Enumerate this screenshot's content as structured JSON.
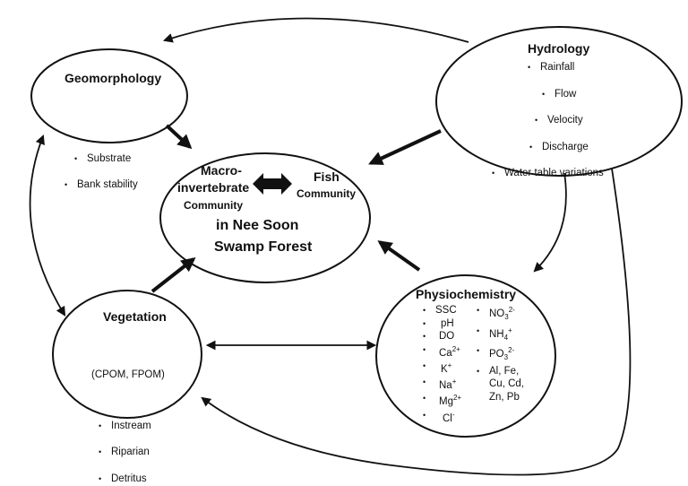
{
  "hydrology": {
    "title": "Hydrology",
    "items": [
      "Rainfall",
      "Flow",
      "Velocity",
      "Discharge",
      "Water table variations"
    ]
  },
  "geomorphology": {
    "title": "Geomorphology",
    "items": [
      "Substrate",
      "Bank stability"
    ]
  },
  "vegetation": {
    "title": "Vegetation",
    "items": [
      "Instream",
      "Riparian",
      "Detritus"
    ],
    "note": "(CPOM, FPOM)"
  },
  "physiochemistry": {
    "title": "Physiochemistry",
    "col1": [
      {
        "base": "SSC",
        "sup": "",
        "sub": ""
      },
      {
        "base": "pH",
        "sup": "",
        "sub": ""
      },
      {
        "base": "DO",
        "sup": "",
        "sub": ""
      },
      {
        "base": "Ca",
        "sup": "2+",
        "sub": ""
      },
      {
        "base": "K",
        "sup": "+",
        "sub": ""
      },
      {
        "base": "Na",
        "sup": "+",
        "sub": ""
      },
      {
        "base": "Mg",
        "sup": "2+",
        "sub": ""
      },
      {
        "base": "Cl",
        "sup": "-",
        "sub": ""
      }
    ],
    "col2": [
      {
        "base": "NO",
        "sub": "3",
        "sup": "2-"
      },
      {
        "base": "NH",
        "sub": "4",
        "sup": "+"
      },
      {
        "base": "PO",
        "sub": "3",
        "sup": "2-"
      },
      {
        "base": "Al, Fe,",
        "sub": "",
        "sup": ""
      }
    ],
    "col2_extra": [
      "Cu, Cd,",
      "Zn, Pb"
    ]
  },
  "center": {
    "macro_line1": "Macro-",
    "macro_line2": "invertebrate",
    "macro_line3": "Community",
    "fish_line1": "Fish",
    "fish_line2": "Community",
    "place_line1": "in Nee Soon",
    "place_line2": "Swamp Forest"
  }
}
